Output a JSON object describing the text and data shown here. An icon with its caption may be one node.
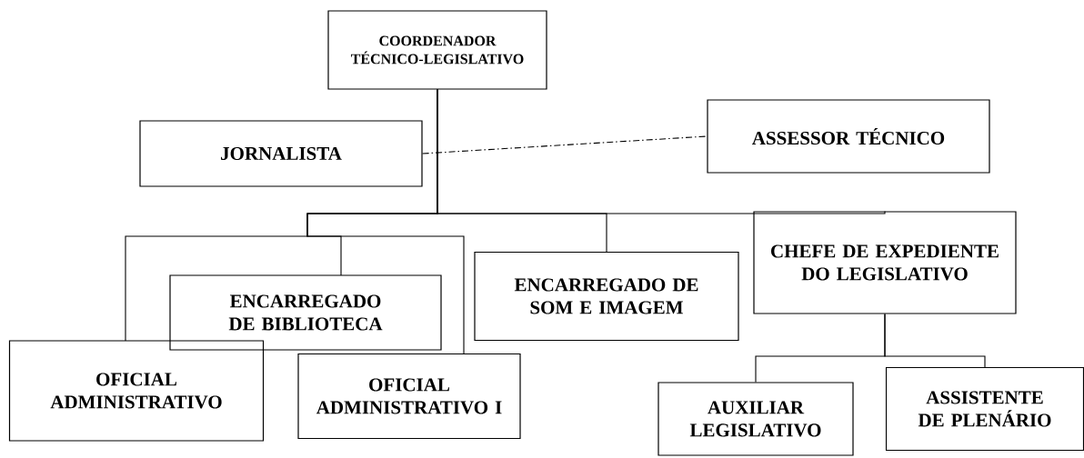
{
  "diagram": {
    "nodes": [
      {
        "text": [
          "COORDENADOR TÉCNICO-LEGISLATIVO"
        ]
      },
      {
        "text": [
          "JORNALISTA"
        ]
      },
      {
        "text": [
          "ASSESSOR TÉCNICO"
        ]
      },
      {
        "text": [
          "ENCARREGADO DE BIBLIOTECA"
        ]
      },
      {
        "text": [
          "ENCARREGADO DE SOM E IMAGEM"
        ]
      },
      {
        "text": [
          "CHEFE DE EXPEDIENTE DO LEGISLATIVO"
        ]
      },
      {
        "text": [
          "OFICIAL ADMINISTRATIVO"
        ]
      },
      {
        "text": [
          "OFICIAL ADMINISTRATIVO I"
        ]
      },
      {
        "text": [
          "AUXILIAR LEGISLATIVO"
        ]
      },
      {
        "text": [
          "ASSISTENTE DE PLENÁRIO"
        ]
      }
    ],
    "edges": [
      {
        "from": 1,
        "to": 2,
        "arrow": "none",
        "style": "dashed"
      },
      {
        "from": 0,
        "to": 6,
        "arrow": "none"
      },
      {
        "from": 0,
        "to": 3,
        "arrow": "none"
      },
      {
        "from": 0,
        "to": 7,
        "arrow": "none"
      },
      {
        "from": 0,
        "to": 4,
        "arrow": "none"
      },
      {
        "from": 0,
        "to": 5,
        "arrow": "none"
      },
      {
        "from": 5,
        "to": 8,
        "arrow": "none"
      },
      {
        "from": 5,
        "to": 9,
        "arrow": "none"
      }
    ]
  }
}
